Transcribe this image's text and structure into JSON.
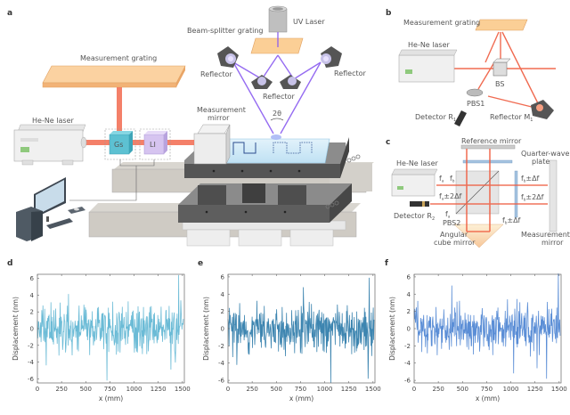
{
  "panels": {
    "a": {
      "label": "a",
      "uv_laser": "UV Laser",
      "beam_splitter": "Beam-splitter grating",
      "reflector_left": "Reflector",
      "reflector_right": "Reflector",
      "reflector_bottom": "Reflector",
      "measurement_grating": "Measurement grating",
      "he_ne_laser": "He-Ne laser",
      "measurement_mirror_1": "Measurement",
      "measurement_mirror_2": "mirror",
      "angle": "2θ",
      "gs": "Gs",
      "li": "LI"
    },
    "b": {
      "label": "b",
      "measurement_grating": "Measurement grating",
      "he_ne_laser": "He-Ne laser",
      "bs": "BS",
      "pbs1": "PBS1",
      "detector": "Detector R",
      "detector_sub": "1",
      "reflector": "Reflector M",
      "reflector_sub": "1"
    },
    "c": {
      "label": "c",
      "reference_mirror": "Reference mirror",
      "qwp_1": "Quarter-wave",
      "qwp_2": "plate",
      "he_ne_laser": "He-Ne laser",
      "fa": "f",
      "fa_sub": "a",
      "fb": "f",
      "fb_sub": "b",
      "fa2df": "f",
      "fa2df_sub": "a",
      "fa2df_rest": "±2Δf",
      "fb_df_top": "±Δf",
      "fb_2df": "±2Δf",
      "fb_df_bottom": "±Δf",
      "detector": "Detector R",
      "detector_sub": "2",
      "pbs2": "PBS2",
      "fa_low": "f",
      "angular_1": "Angular",
      "angular_2": "cube mirror",
      "measurement_1": "Measurement",
      "measurement_2": "mirror"
    }
  },
  "chart_data": [
    {
      "panel": "d",
      "type": "line",
      "title": "",
      "xlabel": "x (mm)",
      "ylabel": "Displacement (nm)",
      "xlim": [
        0,
        1520
      ],
      "ylim": [
        -6.5,
        6.5
      ],
      "xticks": [
        0,
        250,
        500,
        750,
        1000,
        1250,
        1500
      ],
      "yticks": [
        -6,
        -4,
        -2,
        0,
        2,
        4,
        6
      ],
      "color": "#6bbbd6",
      "seed": 11,
      "n_points": 400,
      "extremes": [
        {
          "x": 720,
          "y": -6.2
        },
        {
          "x": 1460,
          "y": 6.4
        },
        {
          "x": 90,
          "y": 4.7
        },
        {
          "x": 90,
          "y": -4.4
        },
        {
          "x": 1380,
          "y": -4.9
        }
      ],
      "amplitude_nm": 2.2
    },
    {
      "panel": "e",
      "type": "line",
      "title": "",
      "xlabel": "x (mm)",
      "ylabel": "Displacement (nm)",
      "xlim": [
        0,
        1520
      ],
      "ylim": [
        -6.3,
        6.3
      ],
      "xticks": [
        0,
        250,
        500,
        750,
        1000,
        1250,
        1500
      ],
      "yticks": [
        -6,
        -4,
        -2,
        0,
        2,
        4,
        6
      ],
      "color": "#3d85b0",
      "seed": 23,
      "n_points": 400,
      "extremes": [
        {
          "x": 1065,
          "y": -6.3
        },
        {
          "x": 1460,
          "y": 5.9
        },
        {
          "x": 780,
          "y": 4.8
        },
        {
          "x": 1450,
          "y": -5.8
        },
        {
          "x": 90,
          "y": -4.2
        }
      ],
      "amplitude_nm": 2.1
    },
    {
      "panel": "f",
      "type": "line",
      "title": "",
      "xlabel": "x (mm)",
      "ylabel": "Displacement (nm)",
      "xlim": [
        0,
        1520
      ],
      "ylim": [
        -6.3,
        6.3
      ],
      "xticks": [
        0,
        250,
        500,
        750,
        1000,
        1250,
        1500
      ],
      "yticks": [
        -6,
        -4,
        -2,
        0,
        2,
        4,
        6
      ],
      "color": "#5b8ed6",
      "seed": 37,
      "n_points": 400,
      "extremes": [
        {
          "x": 1490,
          "y": 6.4
        },
        {
          "x": 1370,
          "y": -5.8
        },
        {
          "x": 390,
          "y": 5.0
        },
        {
          "x": 1030,
          "y": -5.2
        },
        {
          "x": 1270,
          "y": -4.6
        }
      ],
      "amplitude_nm": 2.0
    }
  ]
}
